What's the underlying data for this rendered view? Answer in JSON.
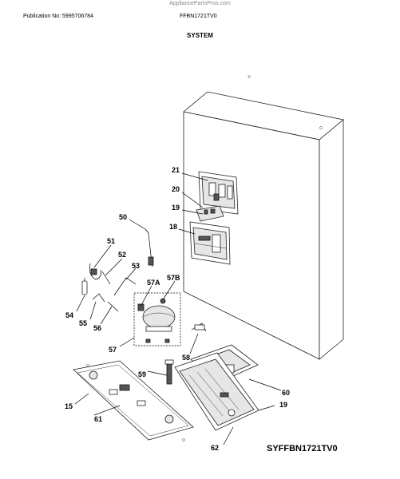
{
  "header": {
    "watermark": "AppliancePartsPros.com",
    "publication": "Publication No: 5995706784",
    "model": "FFBN1721TV0",
    "section": "SYSTEM"
  },
  "diagram_code": "SYFFBN1721TV0",
  "callouts": [
    "21",
    "20",
    "19",
    "18",
    "50",
    "51",
    "52",
    "53",
    "57A",
    "57B",
    "54",
    "55",
    "56",
    "57",
    "58",
    "59",
    "60",
    "19",
    "15",
    "61",
    "62"
  ]
}
